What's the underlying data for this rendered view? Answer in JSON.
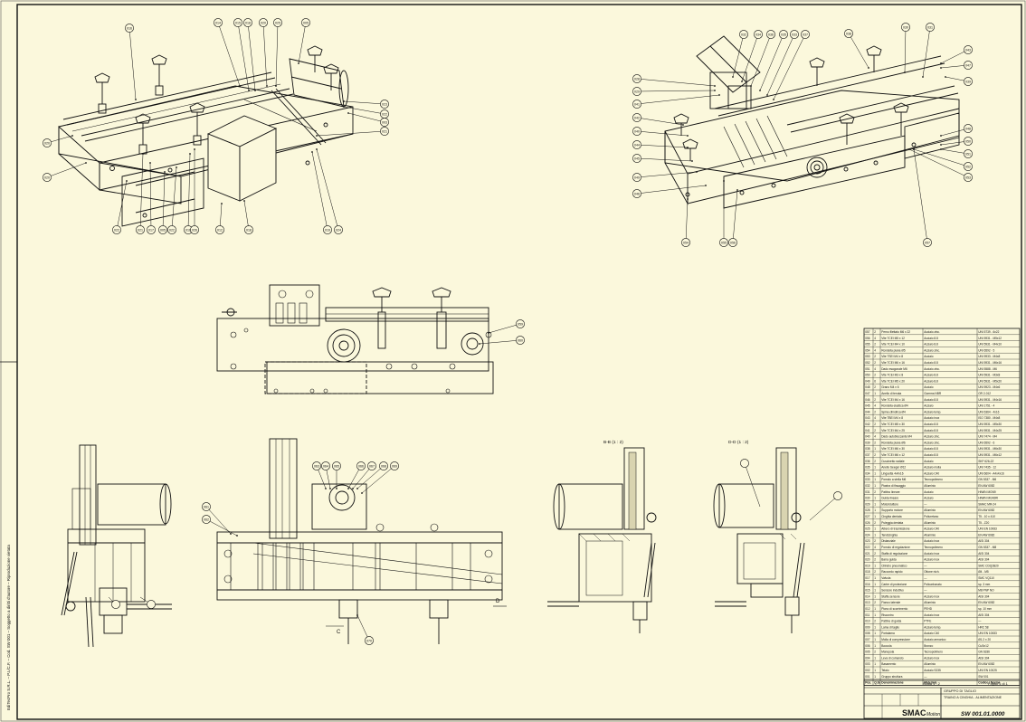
{
  "sheet": {
    "background": "#fbf8dc",
    "line_color": "#111111",
    "side_note": "EdiTecPro S.R.L. – P.I./C.F. – Cod. SW 001 – Soggetto a diritti d'autore – Riproduzione vietata"
  },
  "views": {
    "detail_left_label": "B-B (1 : 2)",
    "detail_right_label": "D-D (1 : 2)",
    "section_marker_c": "C",
    "section_marker_d": "D"
  },
  "balloons_iso_left": [
    "016",
    "014",
    "015",
    "018",
    "020",
    "025",
    "023",
    "022",
    "021",
    "020",
    "020",
    "022",
    "021",
    "017",
    "005",
    "016",
    "012",
    "018",
    "019",
    "024",
    "026",
    "022",
    "003",
    "005"
  ],
  "balloons_iso_right": [
    "038",
    "032",
    "034",
    "036",
    "035",
    "033",
    "037",
    "030",
    "031",
    "028",
    "029",
    "041",
    "042",
    "040",
    "044",
    "045",
    "049",
    "046",
    "043",
    "047",
    "039",
    "048",
    "050",
    "051",
    "052",
    "053",
    "054",
    "055",
    "056",
    "057"
  ],
  "balloons_front": [
    "059",
    "060"
  ],
  "balloons_bottom": [
    "061",
    "062",
    "063",
    "064",
    "065",
    "066",
    "067",
    "068",
    "069",
    "070"
  ],
  "bom": {
    "columns": [
      "Pos.",
      "Q.tà",
      "Denominazione",
      "Materiale",
      "Codice / Norma"
    ],
    "rows": [
      [
        "057",
        "2",
        "Perno filettato M6 x 22",
        "Acciaio zinc.",
        "UNI 5739 - 6x22"
      ],
      [
        "056",
        "4",
        "Vite TCEI M5 x 12",
        "Acciaio 8.8",
        "UNI 5931 - M5x12"
      ],
      [
        "055",
        "2",
        "Vite TCEI M4 x 10",
        "Acciaio 8.8",
        "UNI 5931 - M4x10"
      ],
      [
        "054",
        "4",
        "Rondella piana Ø5",
        "Acciaio zinc.",
        "UNI 6592 - 5"
      ],
      [
        "053",
        "2",
        "Vite TSEI M4 x 8",
        "Acciaio",
        "UNI 5933 - M4x8"
      ],
      [
        "052",
        "2",
        "Vite TCEI M6 x 16",
        "Acciaio 8.8",
        "UNI 5931 - M6x16"
      ],
      [
        "051",
        "4",
        "Dado esagonale M6",
        "Acciaio zinc.",
        "UNI 5588 - M6"
      ],
      [
        "050",
        "2",
        "Vite TCEI M3 x 8",
        "Acciaio 8.8",
        "UNI 5931 - M3x8"
      ],
      [
        "049",
        "6",
        "Vite TCEI M5 x 20",
        "Acciaio 8.8",
        "UNI 5931 - M5x20"
      ],
      [
        "048",
        "2",
        "Grano M4 x 6",
        "Acciaio",
        "UNI 5923 - M4x6"
      ],
      [
        "047",
        "1",
        "Anello di tenuta",
        "Gomma NBR",
        "OR 2-012"
      ],
      [
        "046",
        "2",
        "Vite TCEI M4 x 16",
        "Acciaio 8.8",
        "UNI 5931 - M4x16"
      ],
      [
        "045",
        "4",
        "Rondella elastica Ø4",
        "Acciaio",
        "UNI 1751 - 4"
      ],
      [
        "044",
        "2",
        "Spina cilindrica Ø4",
        "Acciaio temp.",
        "UNI 6364 - 4x16"
      ],
      [
        "043",
        "4",
        "Vite TBEI M4 x 8",
        "Acciaio inox",
        "ISO 7380 - M4x8"
      ],
      [
        "042",
        "2",
        "Vite TCEI M5 x 30",
        "Acciaio 8.8",
        "UNI 5931 - M5x30"
      ],
      [
        "041",
        "2",
        "Vite TCEI M4 x 25",
        "Acciaio 8.8",
        "UNI 5931 - M4x25"
      ],
      [
        "040",
        "4",
        "Dado autobloccante M4",
        "Acciaio zinc.",
        "UNI 7474 - M4"
      ],
      [
        "039",
        "2",
        "Rondella piana Ø6",
        "Acciaio zinc.",
        "UNI 6592 - 6"
      ],
      [
        "038",
        "1",
        "Vite TCEI M6 x 30",
        "Acciaio 8.8",
        "UNI 5931 - M6x30"
      ],
      [
        "037",
        "2",
        "Vite TCEI M6 x 12",
        "Acciaio 8.8",
        "UNI 5931 - M6x12"
      ],
      [
        "036",
        "2",
        "Cuscinetto radiale",
        "Acciaio",
        "SKF 626-2Z"
      ],
      [
        "035",
        "1",
        "Anello Seeger Ø12",
        "Acciaio molla",
        "UNI 7435 - 12"
      ],
      [
        "034",
        "1",
        "Linguetta 4x4x16",
        "Acciaio C40",
        "UNI 6604 - A4x4x16"
      ],
      [
        "033",
        "1",
        "Pomolo a stella M6",
        "Tecnopolimero",
        "GN 5337 - M6"
      ],
      [
        "032",
        "1",
        "Piastra di fissaggio",
        "Alluminio",
        "EN AW 6082"
      ],
      [
        "031",
        "2",
        "Pattino lineare",
        "Acciaio",
        "HIWIN MGN9"
      ],
      [
        "030",
        "1",
        "Guida lineare",
        "Acciaio",
        "HIWIN MGN9R"
      ],
      [
        "029",
        "1",
        "Motoriduttore",
        "—",
        "SMAC MR-24"
      ],
      [
        "028",
        "1",
        "Supporto motore",
        "Alluminio",
        "EN AW 6082"
      ],
      [
        "027",
        "1",
        "Cinghia dentata",
        "Poliuretano",
        "T5 - 10 x 410"
      ],
      [
        "026",
        "2",
        "Puleggia dentata",
        "Alluminio",
        "T5 - Z20"
      ],
      [
        "025",
        "1",
        "Albero di trasmissione",
        "Acciaio C40",
        "UNI EN 10083"
      ],
      [
        "024",
        "1",
        "Tendicinghia",
        "Alluminio",
        "EN AW 6082"
      ],
      [
        "023",
        "2",
        "Distanziale",
        "Acciaio inox",
        "AISI 304"
      ],
      [
        "022",
        "4",
        "Pomolo di regolazione",
        "Tecnopolimero",
        "GN 5337 - M8"
      ],
      [
        "021",
        "2",
        "Staffa di regolazione",
        "Acciaio inox",
        "AISI 304"
      ],
      [
        "020",
        "2",
        "Barra guida",
        "Acciaio inox",
        "AISI 304"
      ],
      [
        "019",
        "1",
        "Cilindro pneumatico",
        "—",
        "SMC CDQ2B20"
      ],
      [
        "018",
        "2",
        "Raccordo rapido",
        "Ottone nich.",
        "Ø4 - M5"
      ],
      [
        "017",
        "1",
        "Valvola",
        "—",
        "SMC VQ110"
      ],
      [
        "016",
        "1",
        "Carter di protezione",
        "Policarbonato",
        "sp. 3 mm"
      ],
      [
        "015",
        "1",
        "Sensore induttivo",
        "—",
        "M8 PNP NO"
      ],
      [
        "014",
        "1",
        "Staffa sensore",
        "Acciaio inox",
        "AISI 304"
      ],
      [
        "013",
        "2",
        "Fianco laterale",
        "Alluminio",
        "EN AW 6082"
      ],
      [
        "012",
        "1",
        "Piano di scorrimento",
        "PEHD",
        "sp. 10 mm"
      ],
      [
        "011",
        "1",
        "Riscontro",
        "Acciaio inox",
        "AISI 304"
      ],
      [
        "010",
        "2",
        "Pattino di guida",
        "PTFE",
        "—"
      ],
      [
        "009",
        "1",
        "Lama di taglio",
        "Acciaio temp.",
        "HRC 58"
      ],
      [
        "008",
        "1",
        "Portalama",
        "Acciaio C40",
        "UNI EN 10083"
      ],
      [
        "007",
        "1",
        "Molla di compressione",
        "Acciaio armonico",
        "Ø1.2 x 20"
      ],
      [
        "006",
        "1",
        "Boccola",
        "Bronzo",
        "CuSn12"
      ],
      [
        "005",
        "2",
        "Manopola",
        "Tecnopolimero",
        "GN 6336"
      ],
      [
        "004",
        "1",
        "Leva di comando",
        "Acciaio inox",
        "AISI 304"
      ],
      [
        "003",
        "1",
        "Basamento",
        "Alluminio",
        "EN AW 6082"
      ],
      [
        "002",
        "1",
        "Telaio",
        "Acciaio S235",
        "UNI EN 10025"
      ],
      [
        "001",
        "1",
        "Gruppo struttura",
        "—",
        "SW 001"
      ]
    ]
  },
  "title_block": {
    "description": "GRUPPO DI TAGLIO",
    "subtitle": "TRAINO A CINGHIA - ALIMENTAZIONE",
    "scale_label": "Scala 1 : 2",
    "sheet_label": "Foglio 1 di 1",
    "company": "SMAC",
    "company_suffix": "Motion",
    "drawing_number": "SW 001.01.0000"
  }
}
